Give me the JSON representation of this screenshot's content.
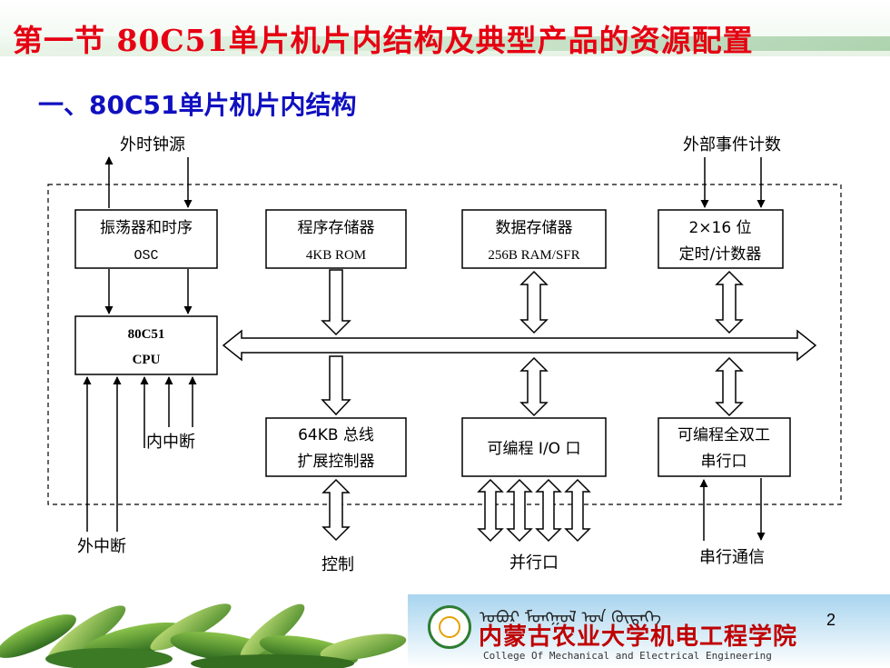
{
  "slide": {
    "title": "第一节  80C51单片机片内结构及典型产品的资源配置",
    "subtitle": "一、80C51单片机片内结构",
    "page_number": "2"
  },
  "diagram": {
    "blocks": {
      "osc": {
        "line1": "振荡器和时序",
        "line2": "OSC"
      },
      "rom": {
        "line1": "程序存储器",
        "line2": "4KB ROM"
      },
      "ram": {
        "line1": "数据存储器",
        "line2": "256B RAM/SFR"
      },
      "timer": {
        "line1": "2×16 位",
        "line2": "定时/计数器"
      },
      "cpu": {
        "line1": "80C51",
        "line2": "CPU"
      },
      "busctrl": {
        "line1": "64KB 总线",
        "line2": "扩展控制器"
      },
      "io": {
        "line1": "可编程 I/O 口"
      },
      "serial": {
        "line1": "可编程全双工",
        "line2": "串行口"
      }
    },
    "labels": {
      "ext_clock": "外时钟源",
      "ext_event": "外部事件计数",
      "internal_int": "内中断",
      "external_int": "外中断",
      "control": "控制",
      "parallel_port": "并行口",
      "serial_comm": "串行通信"
    }
  },
  "footer": {
    "mongolian": "ᠣᠪᠣᠷ ᠮᠣᠩᠭᠣᠯ ᠤᠨ ᠬᠥᠳᠡᠭᠡ",
    "college_cn": "内蒙古农业大学机电工程学院",
    "college_en": "College Of Mechanical and Electrical Engineering"
  }
}
